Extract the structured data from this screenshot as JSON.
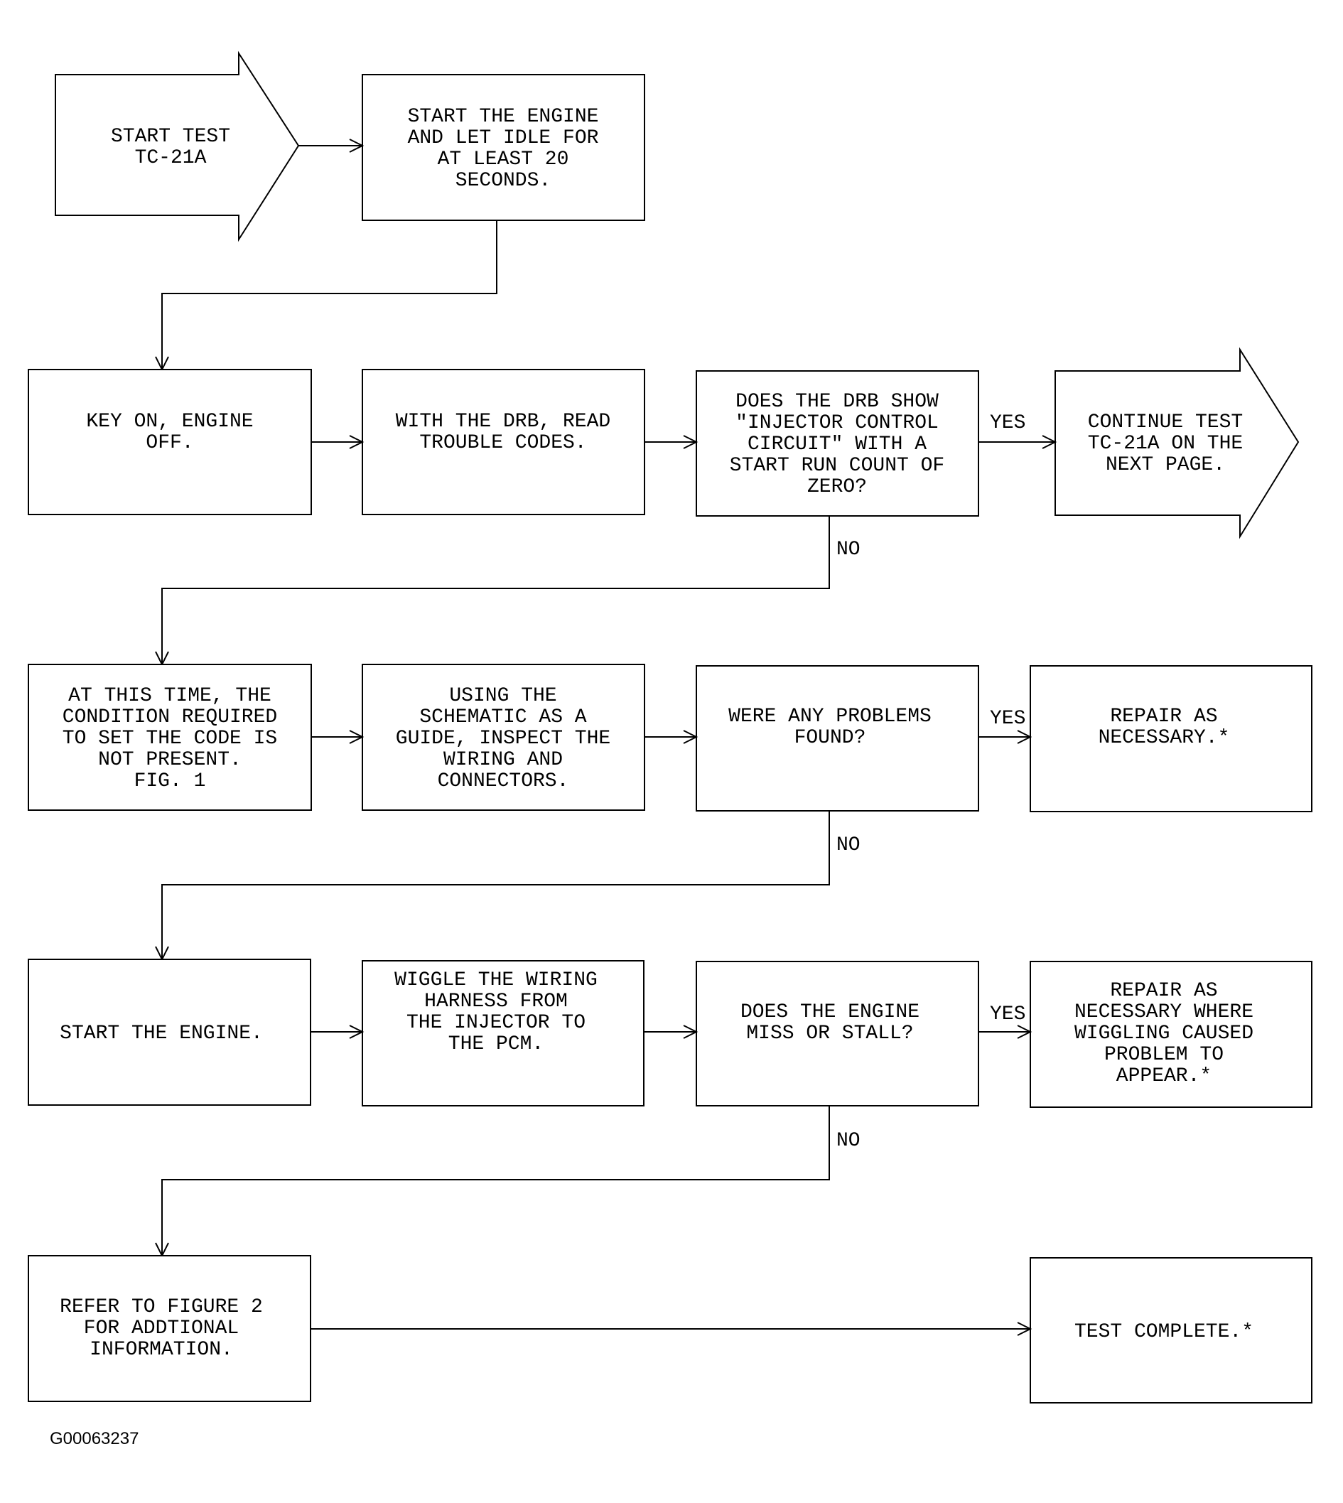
{
  "steps": {
    "start": [
      "START TEST",
      "TC-21A"
    ],
    "idle": [
      "START THE ENGINE",
      "AND LET IDLE FOR",
      "AT LEAST 20",
      "SECONDS."
    ],
    "key_on": [
      "KEY ON, ENGINE",
      "OFF."
    ],
    "read_codes": [
      "WITH THE DRB, READ",
      "TROUBLE CODES."
    ],
    "drb_question": [
      "DOES THE DRB SHOW",
      "\"INJECTOR CONTROL",
      "CIRCUIT\" WITH A",
      "START RUN COUNT OF",
      "ZERO?"
    ],
    "continue": [
      "CONTINUE TEST",
      "TC-21A ON THE",
      "NEXT PAGE."
    ],
    "condition": [
      "AT THIS TIME, THE",
      "CONDITION REQUIRED",
      "TO SET THE CODE IS",
      "NOT PRESENT.",
      "FIG. 1"
    ],
    "inspect": [
      "USING THE",
      "SCHEMATIC AS A",
      "GUIDE, INSPECT THE",
      "WIRING AND",
      "CONNECTORS."
    ],
    "problems_question": [
      "WERE ANY PROBLEMS",
      "FOUND?"
    ],
    "repair": [
      "REPAIR AS",
      "NECESSARY.*"
    ],
    "start_engine": [
      "START THE ENGINE."
    ],
    "wiggle": [
      "WIGGLE THE WIRING",
      "HARNESS FROM",
      "THE INJECTOR TO",
      "THE PCM."
    ],
    "miss_question": [
      "DOES THE ENGINE",
      "MISS OR STALL?"
    ],
    "repair_wiggle": [
      "REPAIR AS",
      "NECESSARY WHERE",
      "WIGGLING CAUSED",
      "PROBLEM TO",
      "APPEAR.*"
    ],
    "refer": [
      "REFER TO FIGURE 2",
      "FOR ADDTIONAL",
      "INFORMATION."
    ],
    "complete": [
      "TEST COMPLETE.*"
    ]
  },
  "labels": {
    "yes_1": "YES",
    "no_1": "NO",
    "yes_2": "YES",
    "no_2": "NO",
    "yes_3": "YES",
    "no_3": "NO"
  },
  "figure_id": "G00063237"
}
